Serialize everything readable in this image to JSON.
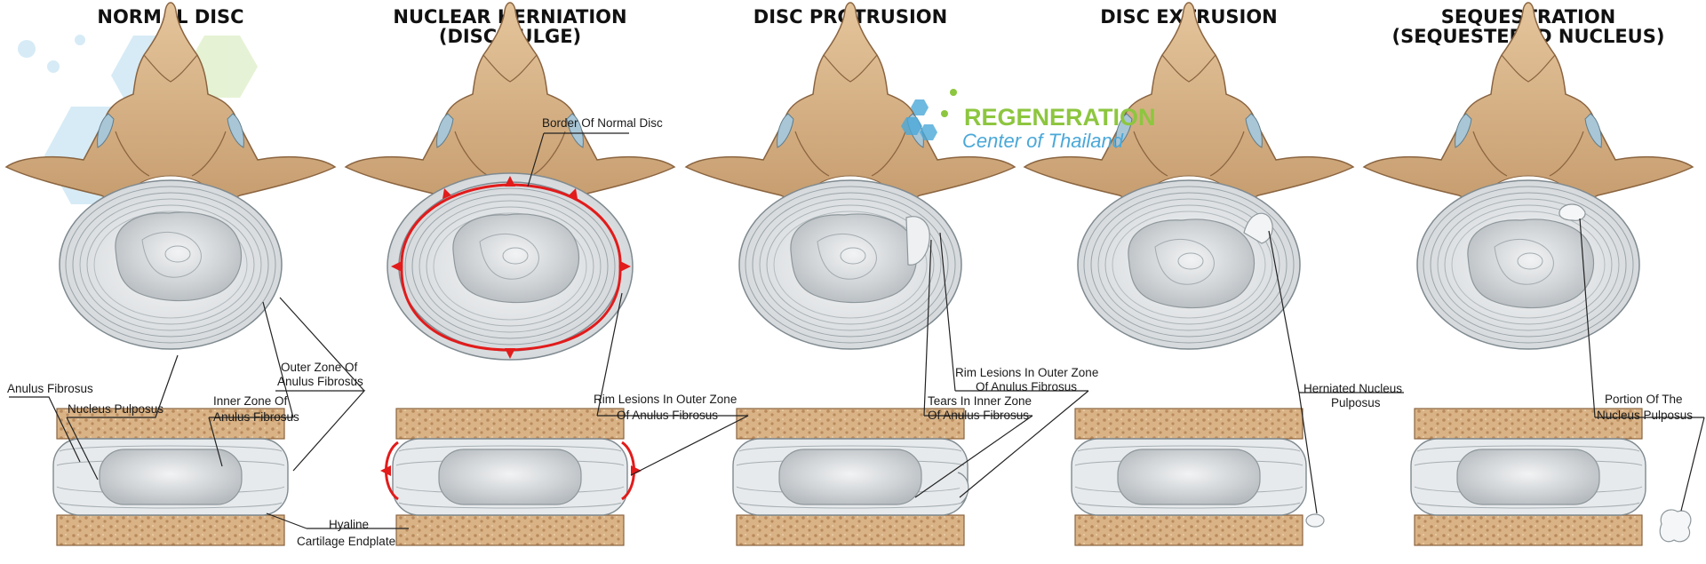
{
  "panels": [
    {
      "title_lines": [
        "NORMAL DISC"
      ]
    },
    {
      "title_lines": [
        "NUCLEAR HERNIATION",
        "(DISC BULGE)"
      ]
    },
    {
      "title_lines": [
        "DISC PROTRUSION"
      ]
    },
    {
      "title_lines": [
        "DISC EXTRUSION"
      ]
    },
    {
      "title_lines": [
        "SEQUESTRATION",
        "(SEQUESTERED NUCLEUS)"
      ]
    }
  ],
  "labels": {
    "anulus_fibrosus": "Anulus Fibrosus",
    "nucleus_pulposus": "Nucleus Pulposus",
    "inner_zone_1": "Inner Zone Of",
    "inner_zone_2": "Anulus Fibrosus",
    "outer_zone_1": "Outer Zone Of",
    "outer_zone_2": "Anulus Fibrosus",
    "hyaline_1": "Hyaline",
    "hyaline_2": "Cartilage Endplate",
    "border_normal": "Border Of Normal Disc",
    "rim_1": "Rim Lesions In Outer Zone",
    "rim_2": "Of Anulus Fibrosus",
    "rim3_1": "Rim Lesions In Outer Zone",
    "rim3_2": "Of Anulus Fibrosus",
    "tears_1": "Tears In Inner Zone",
    "tears_2": "Of Anulus Fibrosus",
    "herniated_1": "Herniated Nucleus",
    "herniated_2": "Pulposus",
    "portion_1": "Portion Of The",
    "portion_2": "Nucleus Pulposus"
  },
  "watermark": {
    "line1": "REGENERATION",
    "line2": "Center of Thailand"
  },
  "colors": {
    "bone": "#d8b48a",
    "bone_dark": "#a87f55",
    "disc_outer": "#dfe3e7",
    "nucleus": "#c5cace",
    "bulge_red": "#e21b1b",
    "brand_green": "#8dc63f",
    "brand_blue": "#4aa8d8"
  }
}
